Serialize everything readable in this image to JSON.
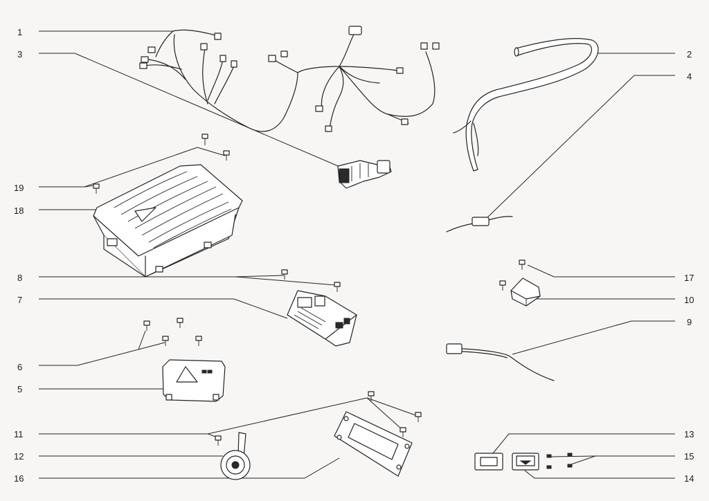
{
  "labels": {
    "l1": "1",
    "l2": "2",
    "l3": "3",
    "l4": "4",
    "l5": "5",
    "l6": "6",
    "l7": "7",
    "l8": "8",
    "l9": "9",
    "l10": "10",
    "l11": "11",
    "l12": "12",
    "l13": "13",
    "l14": "14",
    "l15": "15",
    "l16": "16",
    "l17": "17",
    "l18": "18",
    "l19": "19"
  }
}
